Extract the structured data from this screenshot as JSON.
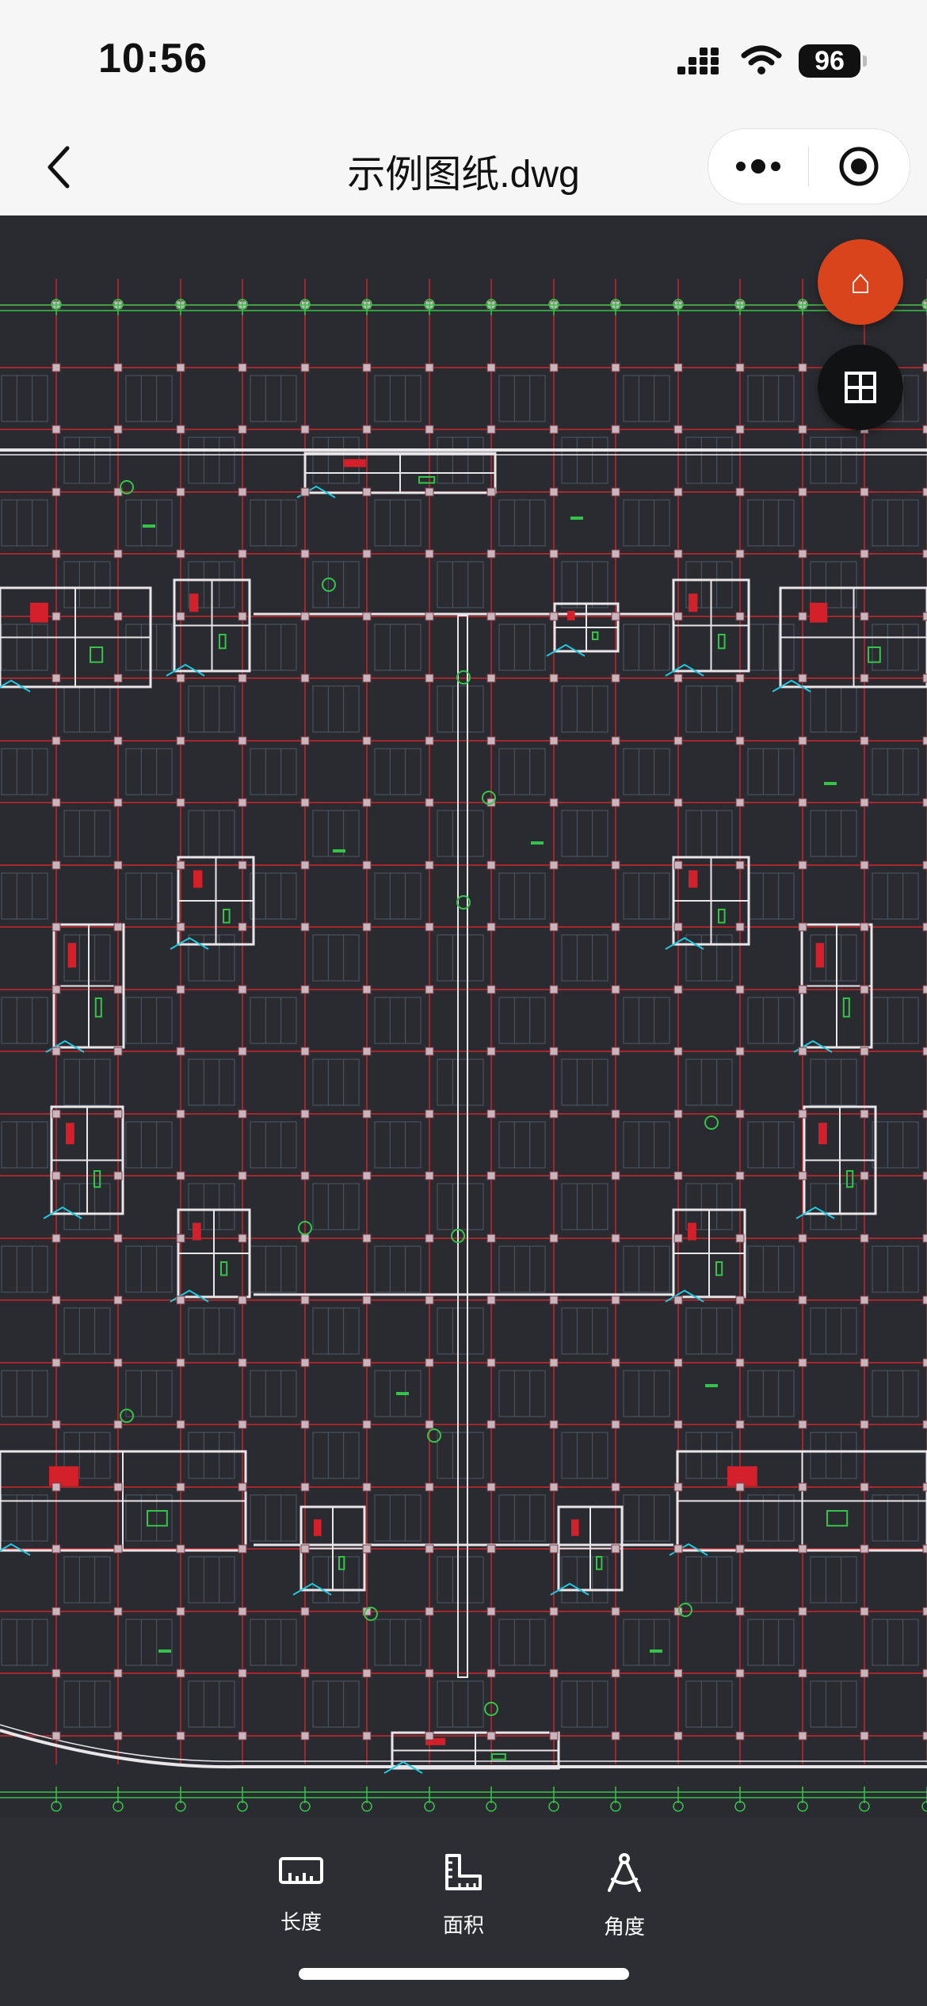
{
  "status_bar": {
    "time": "10:56",
    "battery_level": "96",
    "icons": [
      "signal-icon",
      "wifi-icon",
      "battery-icon"
    ]
  },
  "nav_bar": {
    "title": "示例图纸.dwg",
    "icons": [
      "back-chevron-icon",
      "more-dots-icon",
      "close-target-icon"
    ]
  },
  "canvas": {
    "background": "#2a2b30",
    "grid_color": "#d0262b",
    "wall_color": "#e9e6ea",
    "dim_color": "#34c44a",
    "accent_color": "#1fc9e0"
  },
  "floating_buttons": {
    "home_icon": "⌂",
    "home_color": "#d9441c",
    "layers_icon": "layers-grid-icon",
    "layers_color": "#111214"
  },
  "toolbar": {
    "tools": [
      {
        "label": "长度",
        "icon": "ruler-icon"
      },
      {
        "label": "面积",
        "icon": "area-icon"
      },
      {
        "label": "角度",
        "icon": "angle-compass-icon"
      }
    ]
  }
}
